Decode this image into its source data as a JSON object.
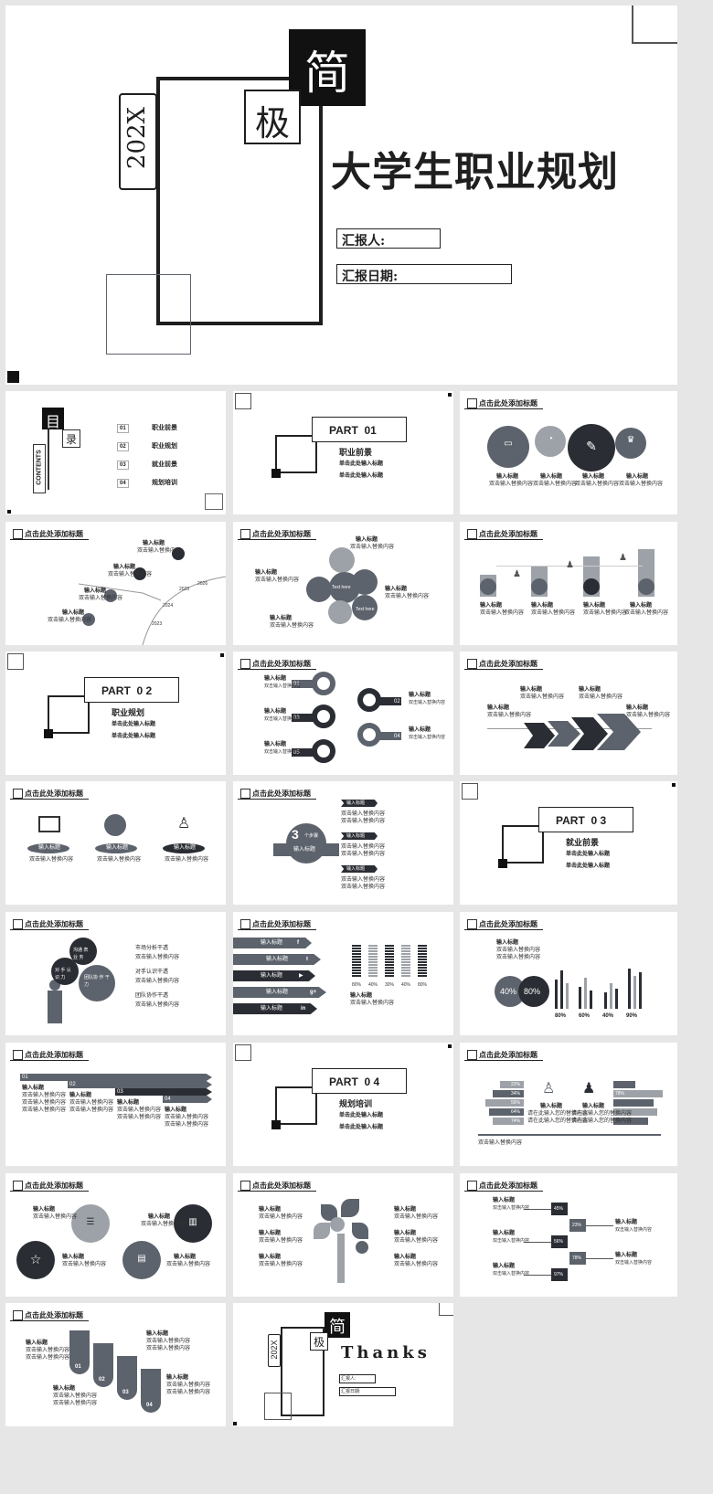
{
  "cover": {
    "char_jian": "简",
    "char_ji": "极",
    "year": "202X",
    "title": "大学生职业规划",
    "reporter_label": "汇报人:",
    "date_label": "汇报日期:"
  },
  "toc": {
    "char_mu": "目",
    "char_lu": "录",
    "contents": "CONTENTS",
    "items": [
      {
        "num": "01",
        "label": "职业前景"
      },
      {
        "num": "02",
        "label": "职业规划"
      },
      {
        "num": "03",
        "label": "就业前景"
      },
      {
        "num": "04",
        "label": "规划培训"
      }
    ]
  },
  "header_text": "点击此处添加标题",
  "generic": {
    "input_title": "输入标题",
    "input_content": "双击输入替换内容",
    "input_content_long": "请在此输入您的替换内容"
  },
  "parts": [
    {
      "label": "PART  01",
      "title": "职业前景",
      "sub1": "单击此处输入标题",
      "sub2": "单击此处输入标题"
    },
    {
      "label": "PART  0 2",
      "title": "职业规划",
      "sub1": "单击此处输入标题",
      "sub2": "单击此处输入标题"
    },
    {
      "label": "PART  0 3",
      "title": "就业前景",
      "sub1": "单击此处输入标题",
      "sub2": "单击此处输入标题"
    },
    {
      "label": "PART  0 4",
      "title": "规划培训",
      "sub1": "单击此处输入标题",
      "sub2": "单击此处输入标题"
    }
  ],
  "timeline_years": [
    "2026",
    "2025",
    "2024",
    "2023"
  ],
  "hex_texts": [
    "Text here",
    "Text here"
  ],
  "num_list": [
    "01",
    "02",
    "03",
    "04",
    "05"
  ],
  "center_badge": {
    "num": "3",
    "sub": "个步骤"
  },
  "skills_slide": {
    "items": [
      "市场分析干透",
      "对手认识干透",
      "团队协作干透"
    ],
    "gears": [
      "沟通 表 业 务",
      "对 手 认 识 力",
      "团队协 作 干 力"
    ]
  },
  "social": {
    "labels": [
      "输入标题",
      "输入标题",
      "输入标题",
      "输入标题",
      "输入标题"
    ],
    "icons": [
      "f",
      "t",
      "▶",
      "g+",
      "in"
    ],
    "pct": [
      "80%",
      "40%",
      "30%",
      "40%",
      "80%"
    ]
  },
  "ring_stats": {
    "rings": [
      "40%",
      "80%"
    ],
    "bars": [
      "80%",
      "60%",
      "40%",
      "90%"
    ]
  },
  "arrow_steps": [
    "01",
    "02",
    "03",
    "04"
  ],
  "pyramid_pct": [
    "22%",
    "34%",
    "56%",
    "64%",
    "74%",
    "78%"
  ],
  "stair_pct": [
    "45%",
    "23%",
    "56%",
    "78%",
    "97%"
  ],
  "flag_steps": [
    "01",
    "02",
    "03",
    "04"
  ],
  "thanks": {
    "char_jian": "简",
    "char_ji": "极",
    "year": "202X",
    "title": "Thanks",
    "reporter": "汇报人:",
    "date": "汇报日期:"
  },
  "colors": {
    "dark": "#2a2d33",
    "mid": "#5d636c",
    "light": "#9da2a8"
  }
}
